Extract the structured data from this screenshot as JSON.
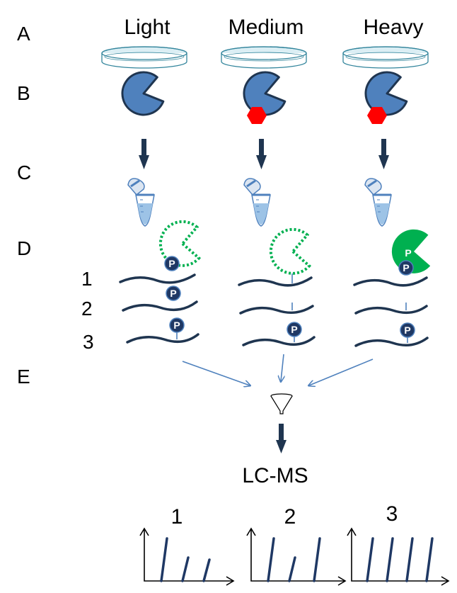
{
  "row_labels": [
    "A",
    "B",
    "C",
    "D",
    "E"
  ],
  "columns": [
    {
      "label": "Light",
      "inhibitor": false,
      "probe": "dotted"
    },
    {
      "label": "Medium",
      "inhibitor": true,
      "probe": "dotted"
    },
    {
      "label": "Heavy",
      "inhibitor": true,
      "probe": "solid"
    }
  ],
  "peptide_numbers": [
    "1",
    "2",
    "3"
  ],
  "phospho_label": "P",
  "lcms_label": "LC-MS",
  "spectra": [
    {
      "label": "1",
      "peaks": [
        1.0,
        0.55,
        0.5
      ]
    },
    {
      "label": "2",
      "peaks": [
        1.0,
        0.55,
        1.0
      ]
    },
    {
      "label": "3",
      "peaks": [
        1.0,
        1.0,
        1.0
      ]
    }
  ],
  "colors": {
    "enzyme": "#4f81bd",
    "enzyme_outline": "#1f3550",
    "inhibitor": "#ff0000",
    "probe": "#00b050",
    "arrow": "#1f3550",
    "phospho": "#1f3864"
  }
}
